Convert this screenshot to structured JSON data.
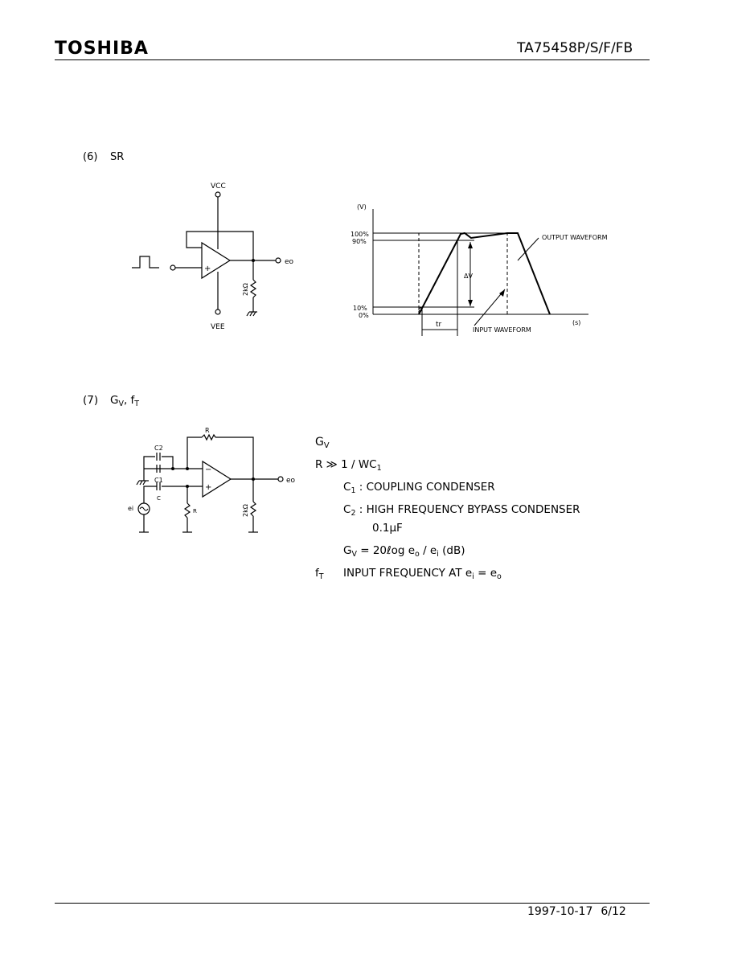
{
  "header": {
    "logo": "TOSHIBA",
    "part_number": "TA75458P/S/F/FB"
  },
  "footer": {
    "date": "1997-10-17",
    "page": "6/12"
  },
  "sections": {
    "sr": {
      "number": "(6)",
      "title": "SR"
    },
    "gv": {
      "number": "(7)",
      "title_main": "G",
      "title_sub": "V",
      "title_sep": ", ",
      "title_f": "f",
      "title_fsub": "T"
    }
  },
  "sr_circuit": {
    "vcc": "VCC",
    "vee": "VEE",
    "output": "eo",
    "resistor": "2kΩ",
    "plus": "+"
  },
  "waveform": {
    "y_unit": "(V)",
    "x_unit": "(s)",
    "label_100": "100%",
    "label_90": "90%",
    "label_10": "10%",
    "label_0": "0%",
    "delta_v": "ΔV",
    "rise_time": "tr",
    "output_label": "OUTPUT WAVEFORM",
    "input_label": "INPUT WAVEFORM"
  },
  "gv_circuit": {
    "r_top": "R",
    "c2": "C2",
    "c1": "C1",
    "c_small": "C",
    "ei": "ei",
    "r_bottom": "R",
    "resistor": "2kΩ",
    "output": "eo",
    "minus": "−",
    "plus": "+"
  },
  "gv_text": {
    "heading_main": "G",
    "heading_sub": "V",
    "cond_main": "R ≫ 1 / WC",
    "cond_sub": "1",
    "c1_main": "C",
    "c1_sub": "1",
    "c1_desc": " :  COUPLING  CONDENSER",
    "c2_main": "C",
    "c2_sub": "2",
    "c2_desc": " :  HIGH  FREQUENCY  BYPASS  CONDENSER",
    "c2_value": "0.1μF",
    "formula_main": "G",
    "formula_sub": "V",
    "formula_eq": " = 20ℓog  e",
    "formula_osub": "o",
    "formula_slash": " / e",
    "formula_isub": "i",
    "formula_end": " (dB)",
    "ft_main": "f",
    "ft_sub": "T",
    "ft_desc": "INPUT  FREQUENCY  AT  e",
    "ft_isub": "i",
    "ft_eq": " = e",
    "ft_osub": "o"
  }
}
